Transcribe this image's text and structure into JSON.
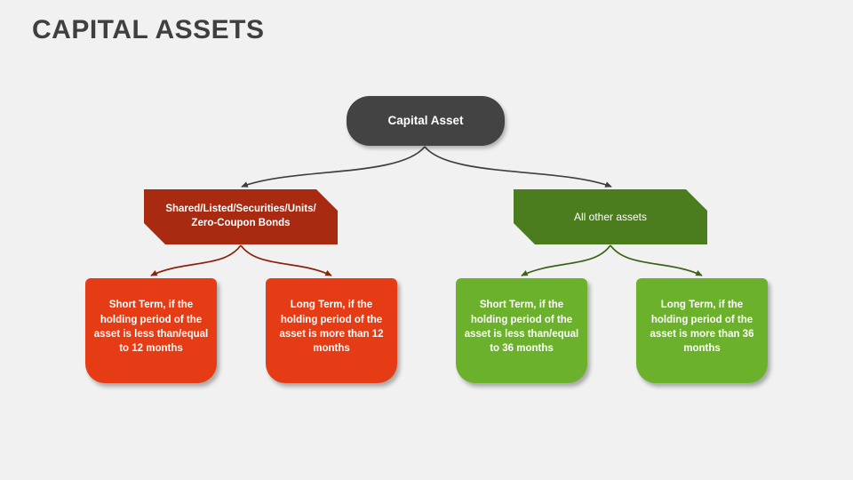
{
  "slide": {
    "title": "CAPITAL ASSETS",
    "background_color": "#f1f1f1",
    "title_color": "#3f3f3f"
  },
  "diagram": {
    "type": "tree",
    "root": {
      "label": "Capital Asset",
      "color": "#434343"
    },
    "categories": [
      {
        "id": "securities",
        "label": "Shared/Listed/Securities/Units/ Zero-Coupon Bonds",
        "color": "#a72a11",
        "connector_color": "#8a2409"
      },
      {
        "id": "other",
        "label": "All other assets",
        "color": "#4b7d1e",
        "connector_color": "#3c6417"
      }
    ],
    "leaves": [
      {
        "id": "short-12",
        "label": "Short Term, if the holding period of the asset is less than/equal to 12 months",
        "color": "#e63c16",
        "parent": "securities"
      },
      {
        "id": "long-12",
        "label": "Long Term, if the holding period of the asset is more than 12 months",
        "color": "#e63c16",
        "parent": "securities"
      },
      {
        "id": "short-36",
        "label": "Short Term, if the holding period of the asset is less than/equal to 36 months",
        "color": "#6cb12c",
        "parent": "other"
      },
      {
        "id": "long-36",
        "label": "Long Term, if the holding period of the asset is more than 36 months",
        "color": "#6cb12c",
        "parent": "other"
      }
    ],
    "root_connector_color": "#3f3f3f"
  }
}
